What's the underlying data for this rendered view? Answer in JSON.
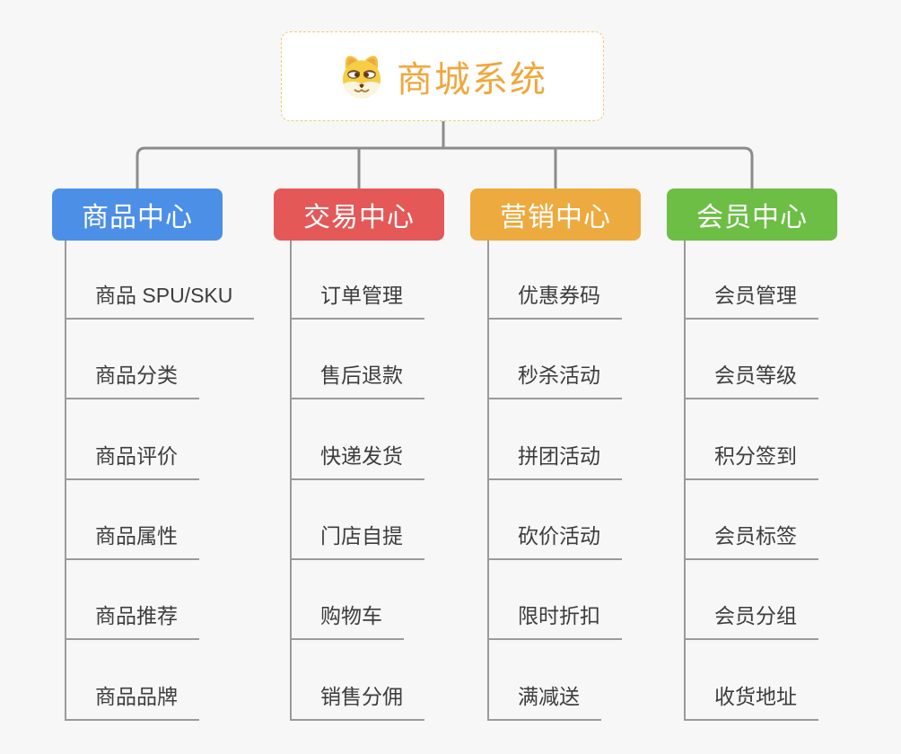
{
  "root": {
    "title": "商城系统",
    "title_color": "#f0a73d",
    "icon": "dog-face-icon",
    "border_color": "#f2c879"
  },
  "branches": [
    {
      "label": "商品中心",
      "color": "#4c8fe6",
      "items": [
        "商品 SPU/SKU",
        "商品分类",
        "商品评价",
        "商品属性",
        "商品推荐",
        "商品品牌"
      ]
    },
    {
      "label": "交易中心",
      "color": "#e45858",
      "items": [
        "订单管理",
        "售后退款",
        "快递发货",
        "门店自提",
        "购物车",
        "销售分佣"
      ]
    },
    {
      "label": "营销中心",
      "color": "#edaa3e",
      "items": [
        "优惠券码",
        "秒杀活动",
        "拼团活动",
        "砍价活动",
        "限时折扣",
        "满减送"
      ]
    },
    {
      "label": "会员中心",
      "color": "#6cbe45",
      "items": [
        "会员管理",
        "会员等级",
        "积分签到",
        "会员标签",
        "会员分组",
        "收货地址"
      ]
    }
  ],
  "connector_color": "#8c8c8c",
  "background_color": "#f7f7f7"
}
